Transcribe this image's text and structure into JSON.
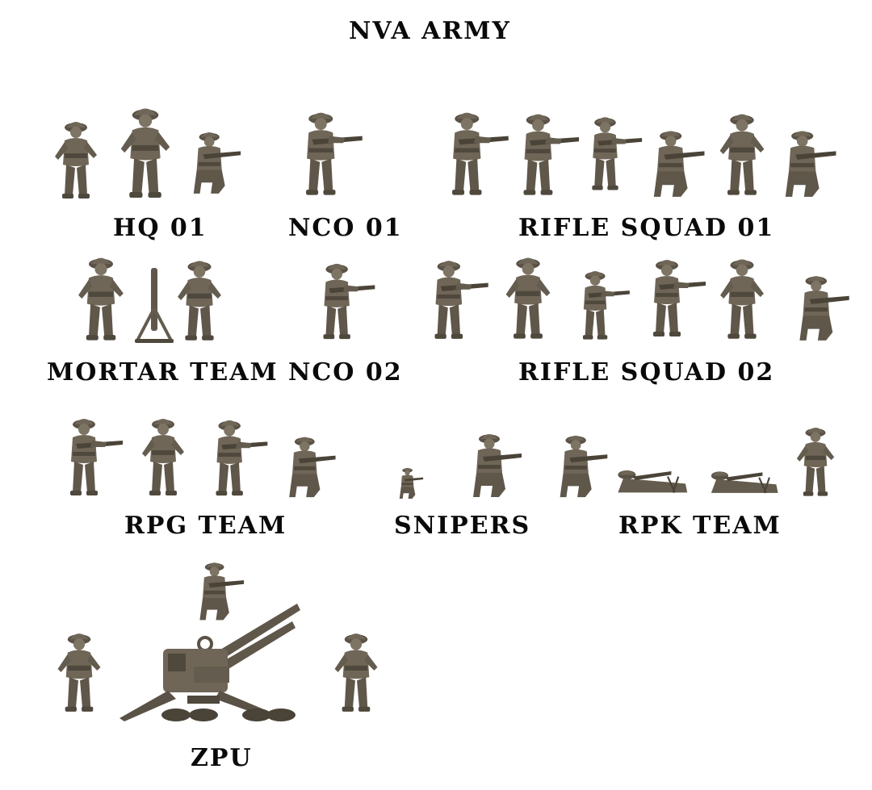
{
  "title": "NVA ARMY",
  "colors": {
    "miniature": "#6f6657",
    "miniature_shadow": "#4f483d",
    "miniature_light": "#8d8473",
    "text": "#0a0a0a",
    "background": "#ffffff"
  },
  "groups": [
    {
      "id": "hq-01",
      "label": "HQ 01",
      "figures": 3
    },
    {
      "id": "nco-01",
      "label": "NCO 01",
      "figures": 1
    },
    {
      "id": "rifle-squad-01",
      "label": "RIFLE SQUAD 01",
      "figures": 6
    },
    {
      "id": "mortar-team",
      "label": "MORTAR TEAM",
      "figures": 3
    },
    {
      "id": "nco-02",
      "label": "NCO 02",
      "figures": 1
    },
    {
      "id": "rifle-squad-02",
      "label": "RIFLE SQUAD 02",
      "figures": 6
    },
    {
      "id": "rpg-team",
      "label": "RPG TEAM",
      "figures": 4
    },
    {
      "id": "snipers",
      "label": "SNIPERS",
      "figures": 2
    },
    {
      "id": "rpk-team",
      "label": "RPK TEAM",
      "figures": 4
    },
    {
      "id": "zpu",
      "label": "ZPU",
      "figures": 4
    }
  ]
}
